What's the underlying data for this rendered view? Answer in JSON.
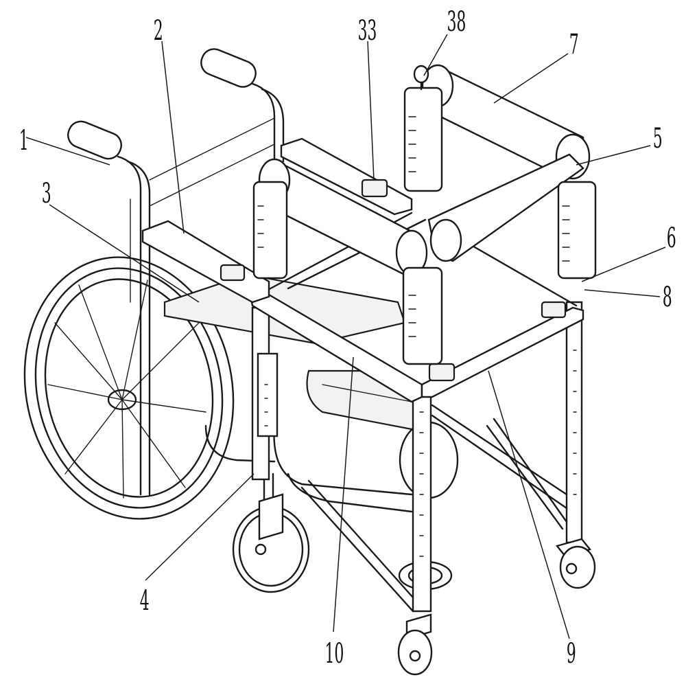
{
  "figure": {
    "labels": [
      {
        "id": "1",
        "text": "1"
      },
      {
        "id": "2",
        "text": "2"
      },
      {
        "id": "3",
        "text": "3"
      },
      {
        "id": "4",
        "text": "4"
      },
      {
        "id": "5",
        "text": "5"
      },
      {
        "id": "6",
        "text": "6"
      },
      {
        "id": "7",
        "text": "7"
      },
      {
        "id": "8",
        "text": "8"
      },
      {
        "id": "9",
        "text": "9"
      },
      {
        "id": "10",
        "text": "10"
      },
      {
        "id": "33",
        "text": "33"
      },
      {
        "id": "38",
        "text": "38"
      }
    ]
  }
}
